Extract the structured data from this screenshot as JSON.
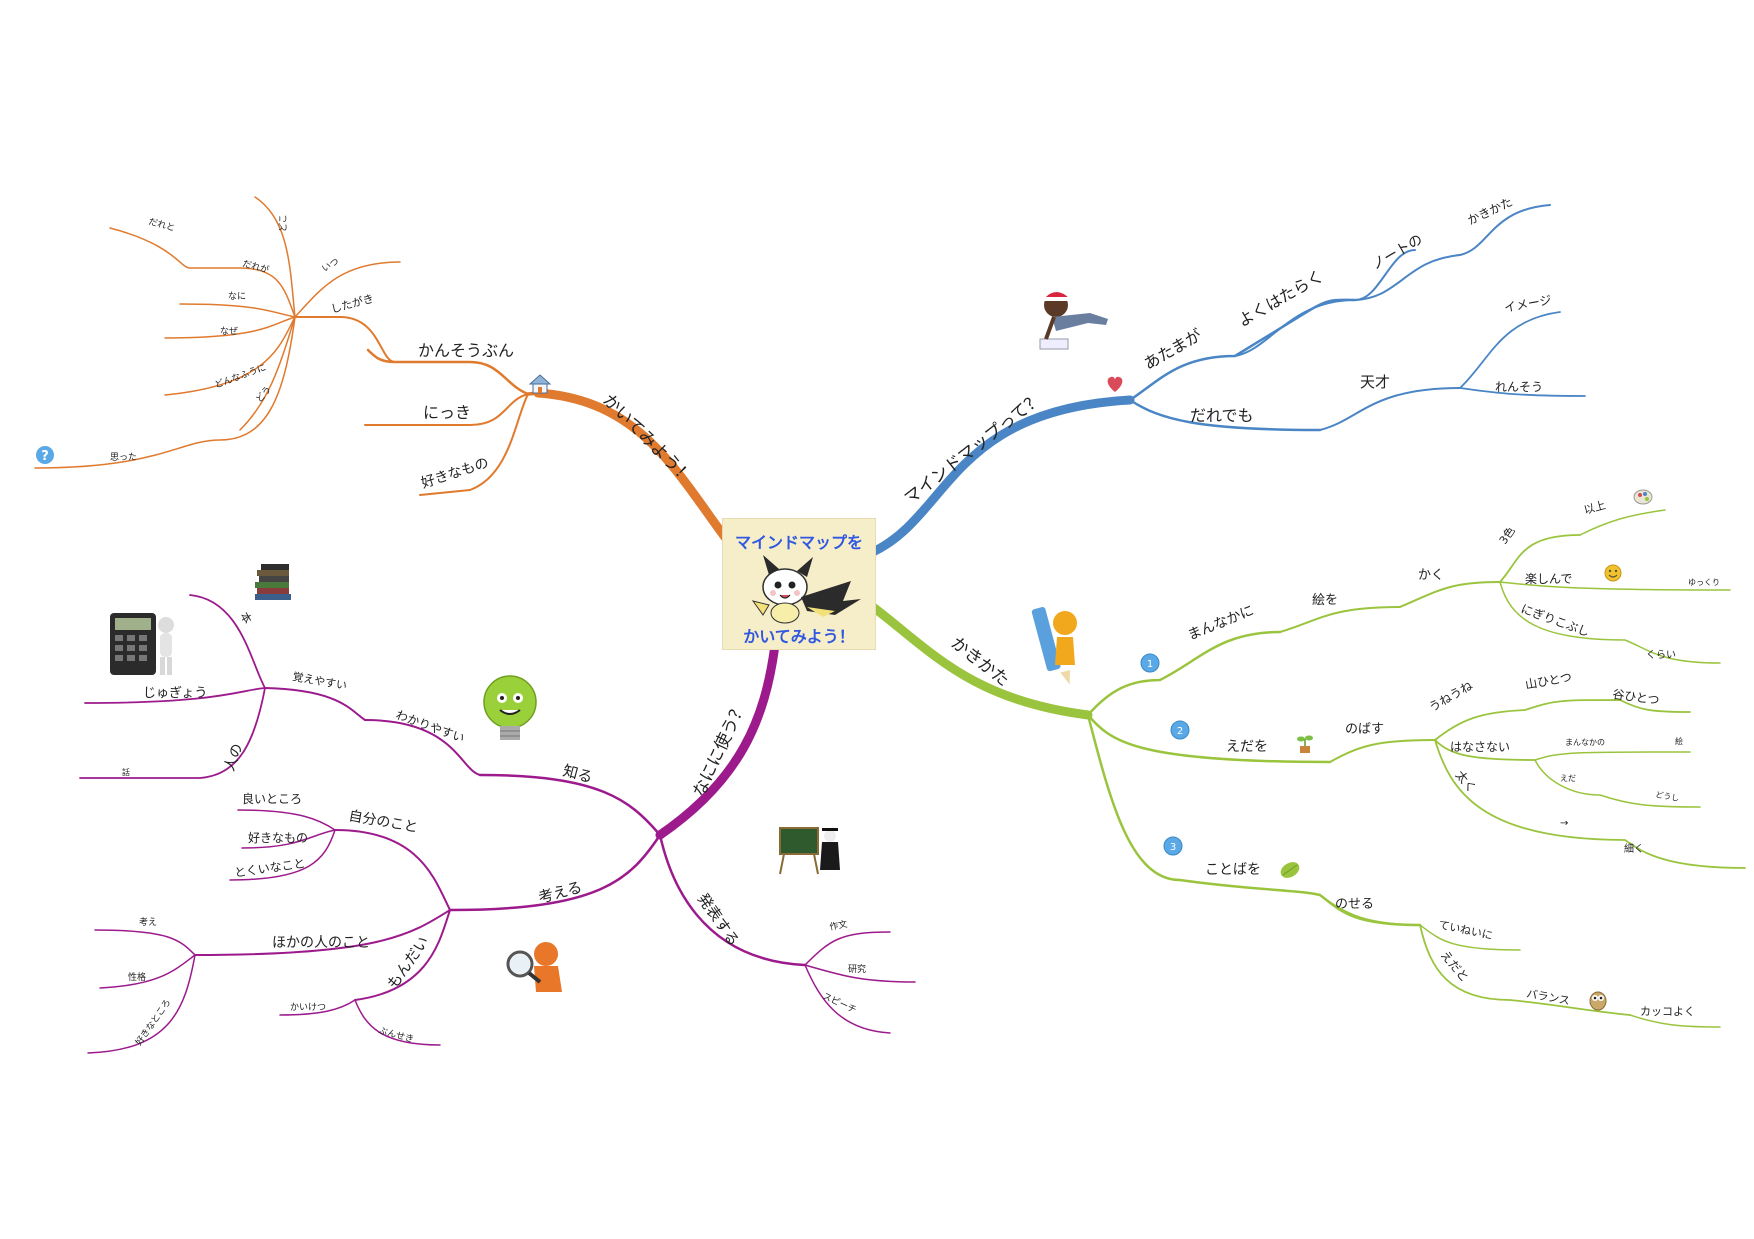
{
  "central": {
    "line1": "マインドマップを",
    "line2": "かいてみよう！"
  },
  "colors": {
    "orange": "#e07a2e",
    "blue": "#4a86c5",
    "green": "#9ac43d",
    "purple": "#9c1a8c",
    "badge": "#5aa9e6"
  },
  "branches": {
    "orange": {
      "main": "かいてみよう！",
      "kansoubun": "かんそうぶん",
      "nikki": "にっき",
      "sukinamono": "好きなもの",
      "shitagaki": "したがき",
      "itsu": "いつ",
      "doko": "どこ",
      "darega": "だれが",
      "dareto": "だれと",
      "nani": "なに",
      "naze": "なぜ",
      "donnafuuni": "どんなふうに",
      "dou": "どう",
      "omotta": "思った"
    },
    "blue": {
      "main": "マインドマップって？",
      "atamaga": "あたまが",
      "yokuhataraku": "よくはたらく",
      "noto": "ノートの",
      "kakikata": "かきかた",
      "daredemo": "だれでも",
      "tensai": "天才",
      "image": "イメージ",
      "rensou": "れんそう"
    },
    "green": {
      "main": "かきかた",
      "mannakani": "まんなかに",
      "ewo": "絵を",
      "kaku": "かく",
      "sanshoku": "3色",
      "ijou": "以上",
      "tanoshinde": "楽しんで",
      "yukkuri": "ゆっくり",
      "nigirikobushi": "にぎりこぶし",
      "kurai": "くらい",
      "edawo": "えだを",
      "nobasu": "のばす",
      "uneune": "うねうね",
      "yamahitotsu": "山ひとつ",
      "tanihitotsu": "谷ひとつ",
      "hanasanai": "はなさない",
      "mannakano": "まんなかの",
      "e": "絵",
      "eda": "えだ",
      "doushi": "どうし",
      "futoku": "太く",
      "arrow": "→",
      "hosoku": "細く",
      "kotobawo": "ことばを",
      "noseru": "のせる",
      "teineini": "ていねいに",
      "edato": "えだと",
      "baransu": "バランス",
      "kakkoyoku": "カッコよく",
      "badges": [
        "1",
        "2",
        "3"
      ]
    },
    "purple": {
      "main": "なにに使う？",
      "shiru": "知る",
      "wakariyasui": "わかりやすい",
      "oboeyasui": "覚えやすい",
      "hon": "本",
      "jugyou": "じゅぎょう",
      "hitono": "人の",
      "hanashi": "話",
      "kangaeru": "考える",
      "jibunnokoto": "自分のこと",
      "yoitokoro": "良いところ",
      "sukinamono": "好きなもの",
      "tokuinakoto": "とくいなこと",
      "hokanohito": "ほかの人のこと",
      "kangae": "考え",
      "seikaku": "性格",
      "sukinatokoro": "好きなところ",
      "mondai": "もんだい",
      "kaiketsu": "かいけつ",
      "bunseki": "ぶんせき",
      "happyou": "発表する",
      "sakubun": "作文",
      "kenkyu": "研究",
      "speech": "スピーチ"
    }
  },
  "icons": [
    "house-icon",
    "question-icon",
    "heart-icon",
    "palette-icon",
    "smiley-icon",
    "sprout-icon",
    "leaf-icon",
    "owl-icon",
    "books-icon",
    "calculator-icon",
    "lightbulb-icon",
    "teacher-icon",
    "magnifier-person-icon",
    "reading-boy-icon",
    "pencil-person-icon",
    "mascot-icon"
  ]
}
